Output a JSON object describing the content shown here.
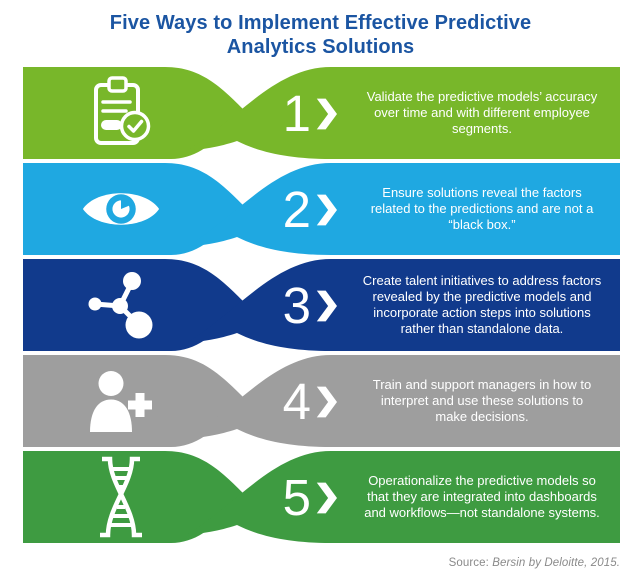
{
  "title": {
    "text": "Five Ways to Implement Effective Predictive\nAnalytics Solutions",
    "color": "#1B55A2"
  },
  "bands": [
    {
      "number": "1",
      "icon": "clipboard-check-icon",
      "color": "#78B72A",
      "text": "Validate the predictive models’ accuracy\nover time and with different employee\nsegments."
    },
    {
      "number": "2",
      "icon": "eye-icon",
      "color": "#1FA8E1",
      "text": "Ensure solutions reveal the factors\nrelated to the predictions and are not a\n“black box.”"
    },
    {
      "number": "3",
      "icon": "molecule-network-icon",
      "color": "#113A8C",
      "text": "Create talent initiatives to address factors\nrevealed by the predictive models and\nincorporate action steps into solutions\nrather than standalone data."
    },
    {
      "number": "4",
      "icon": "add-user-icon",
      "color": "#9E9E9E",
      "text": "Train and support managers in how to\ninterpret and use these solutions to\nmake decisions."
    },
    {
      "number": "5",
      "icon": "dna-icon",
      "color": "#3E9B41",
      "text": "Operationalize the predictive models so\nthat they are integrated into dashboards\nand workflows—not standalone systems."
    }
  ],
  "source": {
    "prefix": "Source: ",
    "citation": "Bersin by Deloitte, 2015.",
    "color": "#8A8A8A"
  }
}
